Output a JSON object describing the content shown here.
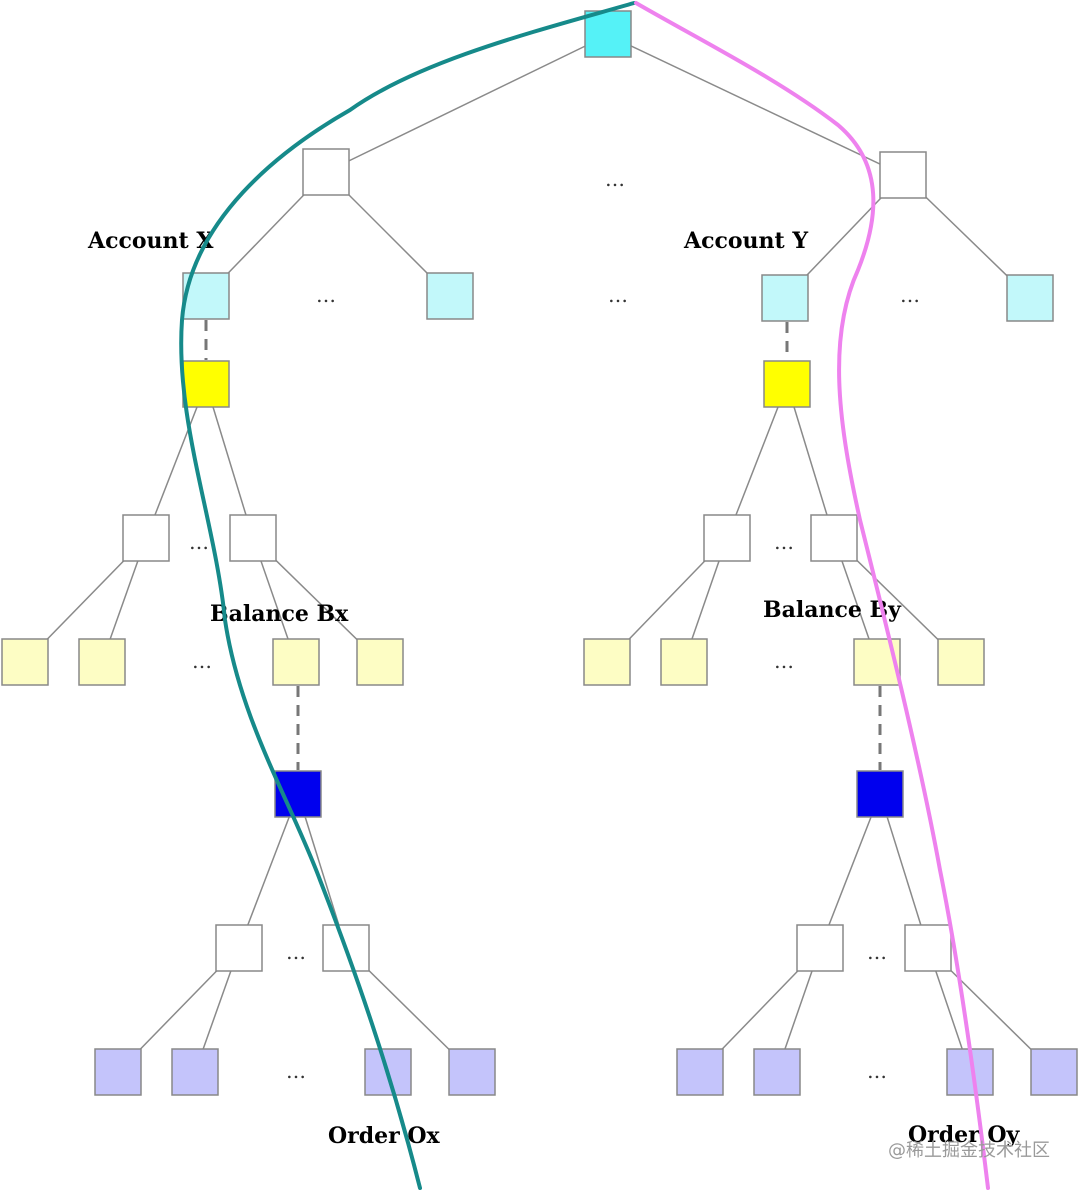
{
  "labels": {
    "account_x": "Account X",
    "account_y": "Account Y",
    "balance_x": "Balance Bx",
    "balance_y": "Balance By",
    "order_x": "Order Ox",
    "order_y": "Order Oy"
  },
  "ellipsis": "…",
  "watermark": "@稀土掘金技术社区",
  "colors": {
    "root": "#55f2f7",
    "account": "#c2f8fa",
    "storage_root": "#ffff00",
    "balance": "#fdfdc4",
    "order_root": "#0000ee",
    "order": "#c4c4fb",
    "inner": "#ffffff",
    "edge": "#8a8a8a",
    "path_x": "#168a8a",
    "path_y": "#ee82ee"
  }
}
